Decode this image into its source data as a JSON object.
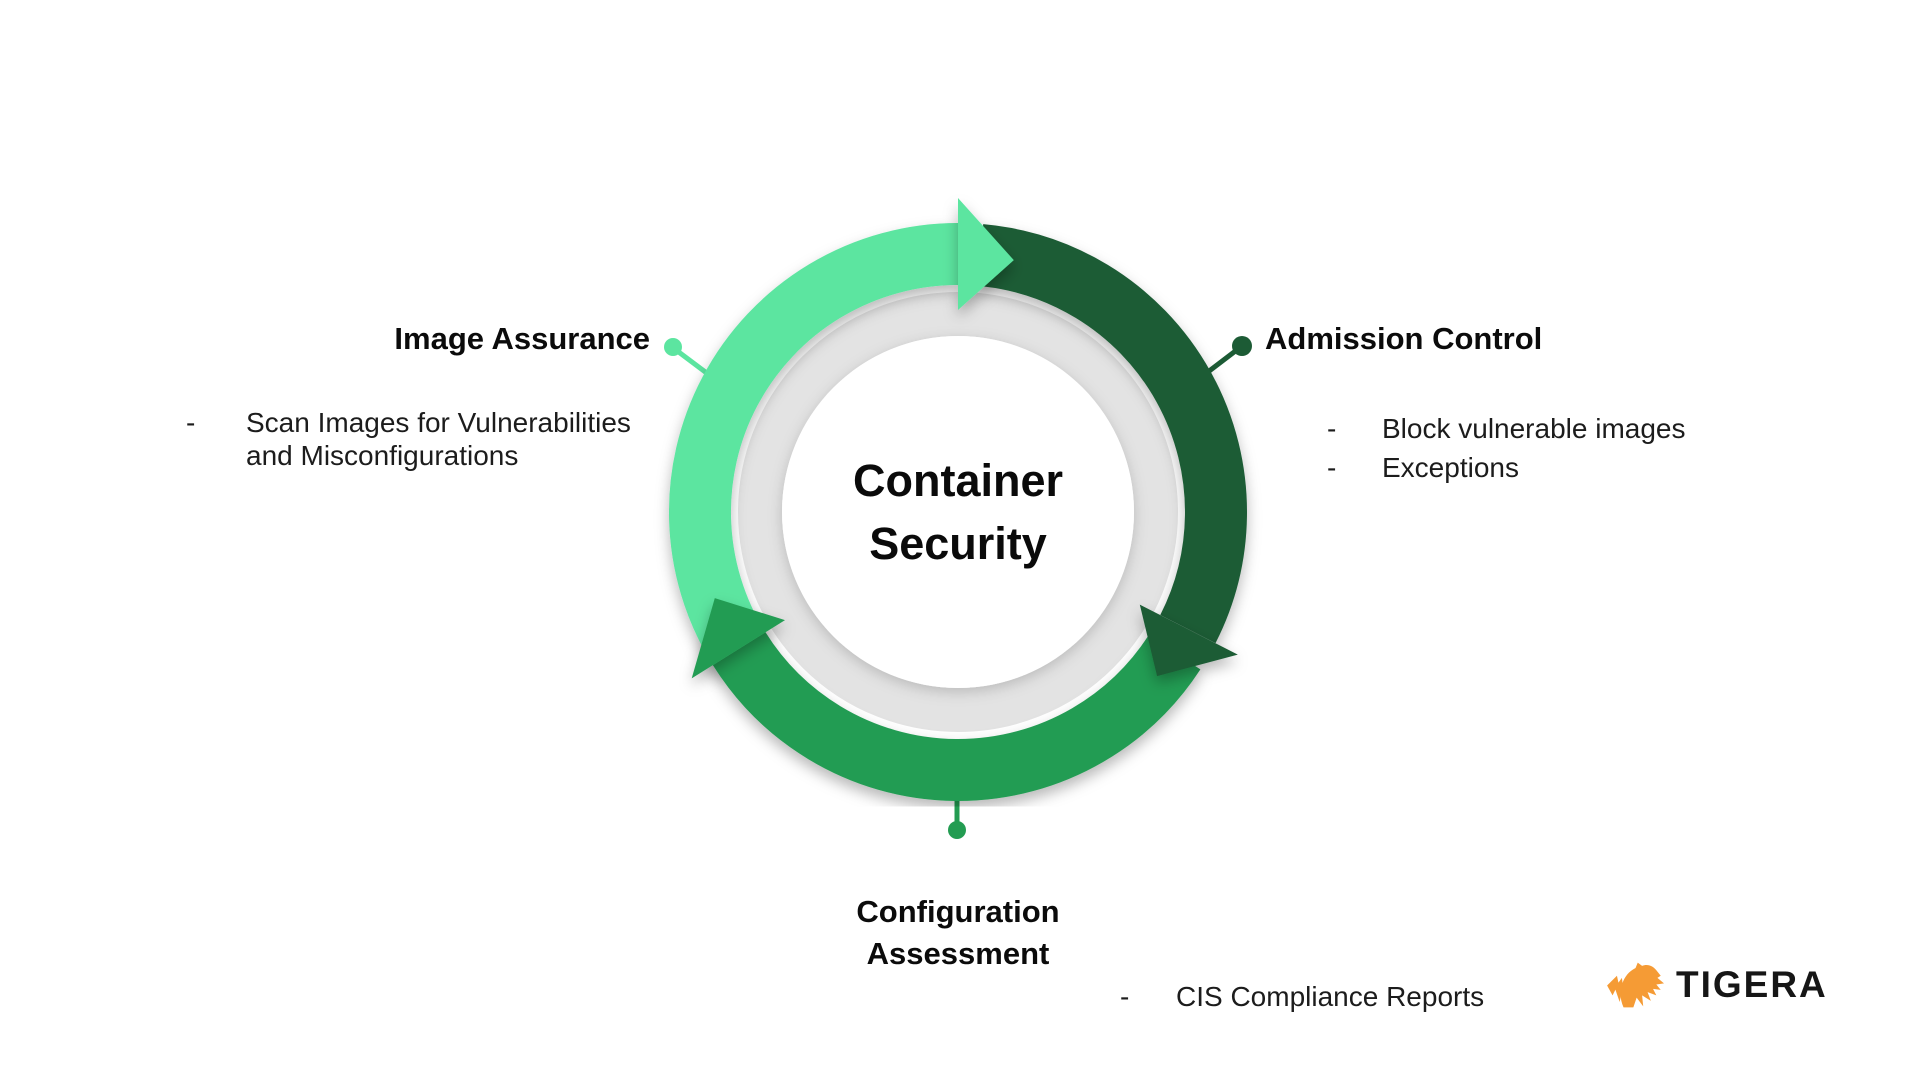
{
  "title": {
    "line1": "Container",
    "line2": "Security"
  },
  "colors": {
    "light_green": "#5CE5A0",
    "dark_green": "#1C5B35",
    "mid_green": "#239C52",
    "ring_gray": "#E3E3E3",
    "tiger_orange": "#F59B35"
  },
  "sections": {
    "image_assurance": {
      "heading": "Image Assurance",
      "marker": "-",
      "bullets": [
        "Scan Images for Vulnerabilities and Misconfigurations"
      ]
    },
    "admission_control": {
      "heading": "Admission Control",
      "marker": "-",
      "bullets": [
        "Block vulnerable images",
        "Exceptions"
      ]
    },
    "configuration_assessment": {
      "heading_line1": "Configuration",
      "heading_line2": "Assessment",
      "marker": "-",
      "bullets": [
        "CIS Compliance Reports"
      ]
    }
  },
  "logo": {
    "brand": "TIGERA"
  }
}
